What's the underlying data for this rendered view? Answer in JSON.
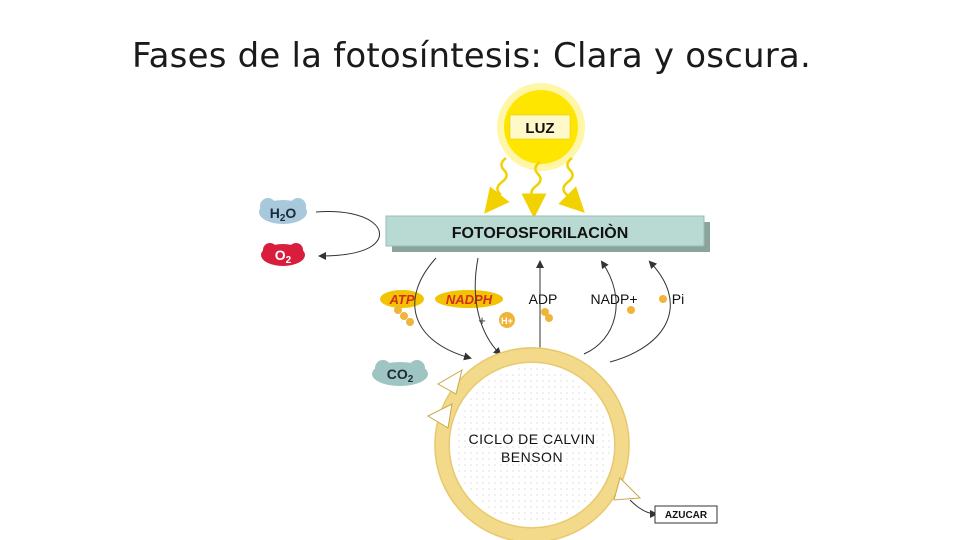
{
  "slide": {
    "title": "Fases de la fotosíntesis: Clara y oscura."
  },
  "diagram": {
    "sun_label": "LUZ",
    "phase_box_label": "FOTOFOSFORILACIÒN",
    "h2o": {
      "main": "H",
      "sub": "2",
      "tail": "O"
    },
    "o2": {
      "main": "O",
      "sub": "2"
    },
    "co2": {
      "main": "CO",
      "sub": "2"
    },
    "atp_label": "ATP",
    "nadph_label": "NADPH",
    "plus_sign": "+",
    "h_plus_label": "H+",
    "adp_label": "ADP",
    "nadp_label": "NADP+",
    "pi_label": "Pi",
    "cycle_label_line1": "CICLO DE CALVIN",
    "cycle_label_line2": "BENSON",
    "sugar_label": "AZUCAR"
  },
  "colors": {
    "sun": "#ffe600",
    "sun_glow": "#fff6a8",
    "ray": "#f2d100",
    "box_fill": "#b9d9d3",
    "box_shadow": "#8aa39d",
    "h2o_cloud": "#a8c8dc",
    "o2_cloud": "#d81e3c",
    "co2_cloud": "#9fc5c2",
    "ring": "#f3d98a",
    "ring_inner": "#e4c46a",
    "molecule": "#f0b43a",
    "atp_fill": "#f2c300",
    "atp_text": "#d62b1e",
    "arrow": "#333333"
  }
}
